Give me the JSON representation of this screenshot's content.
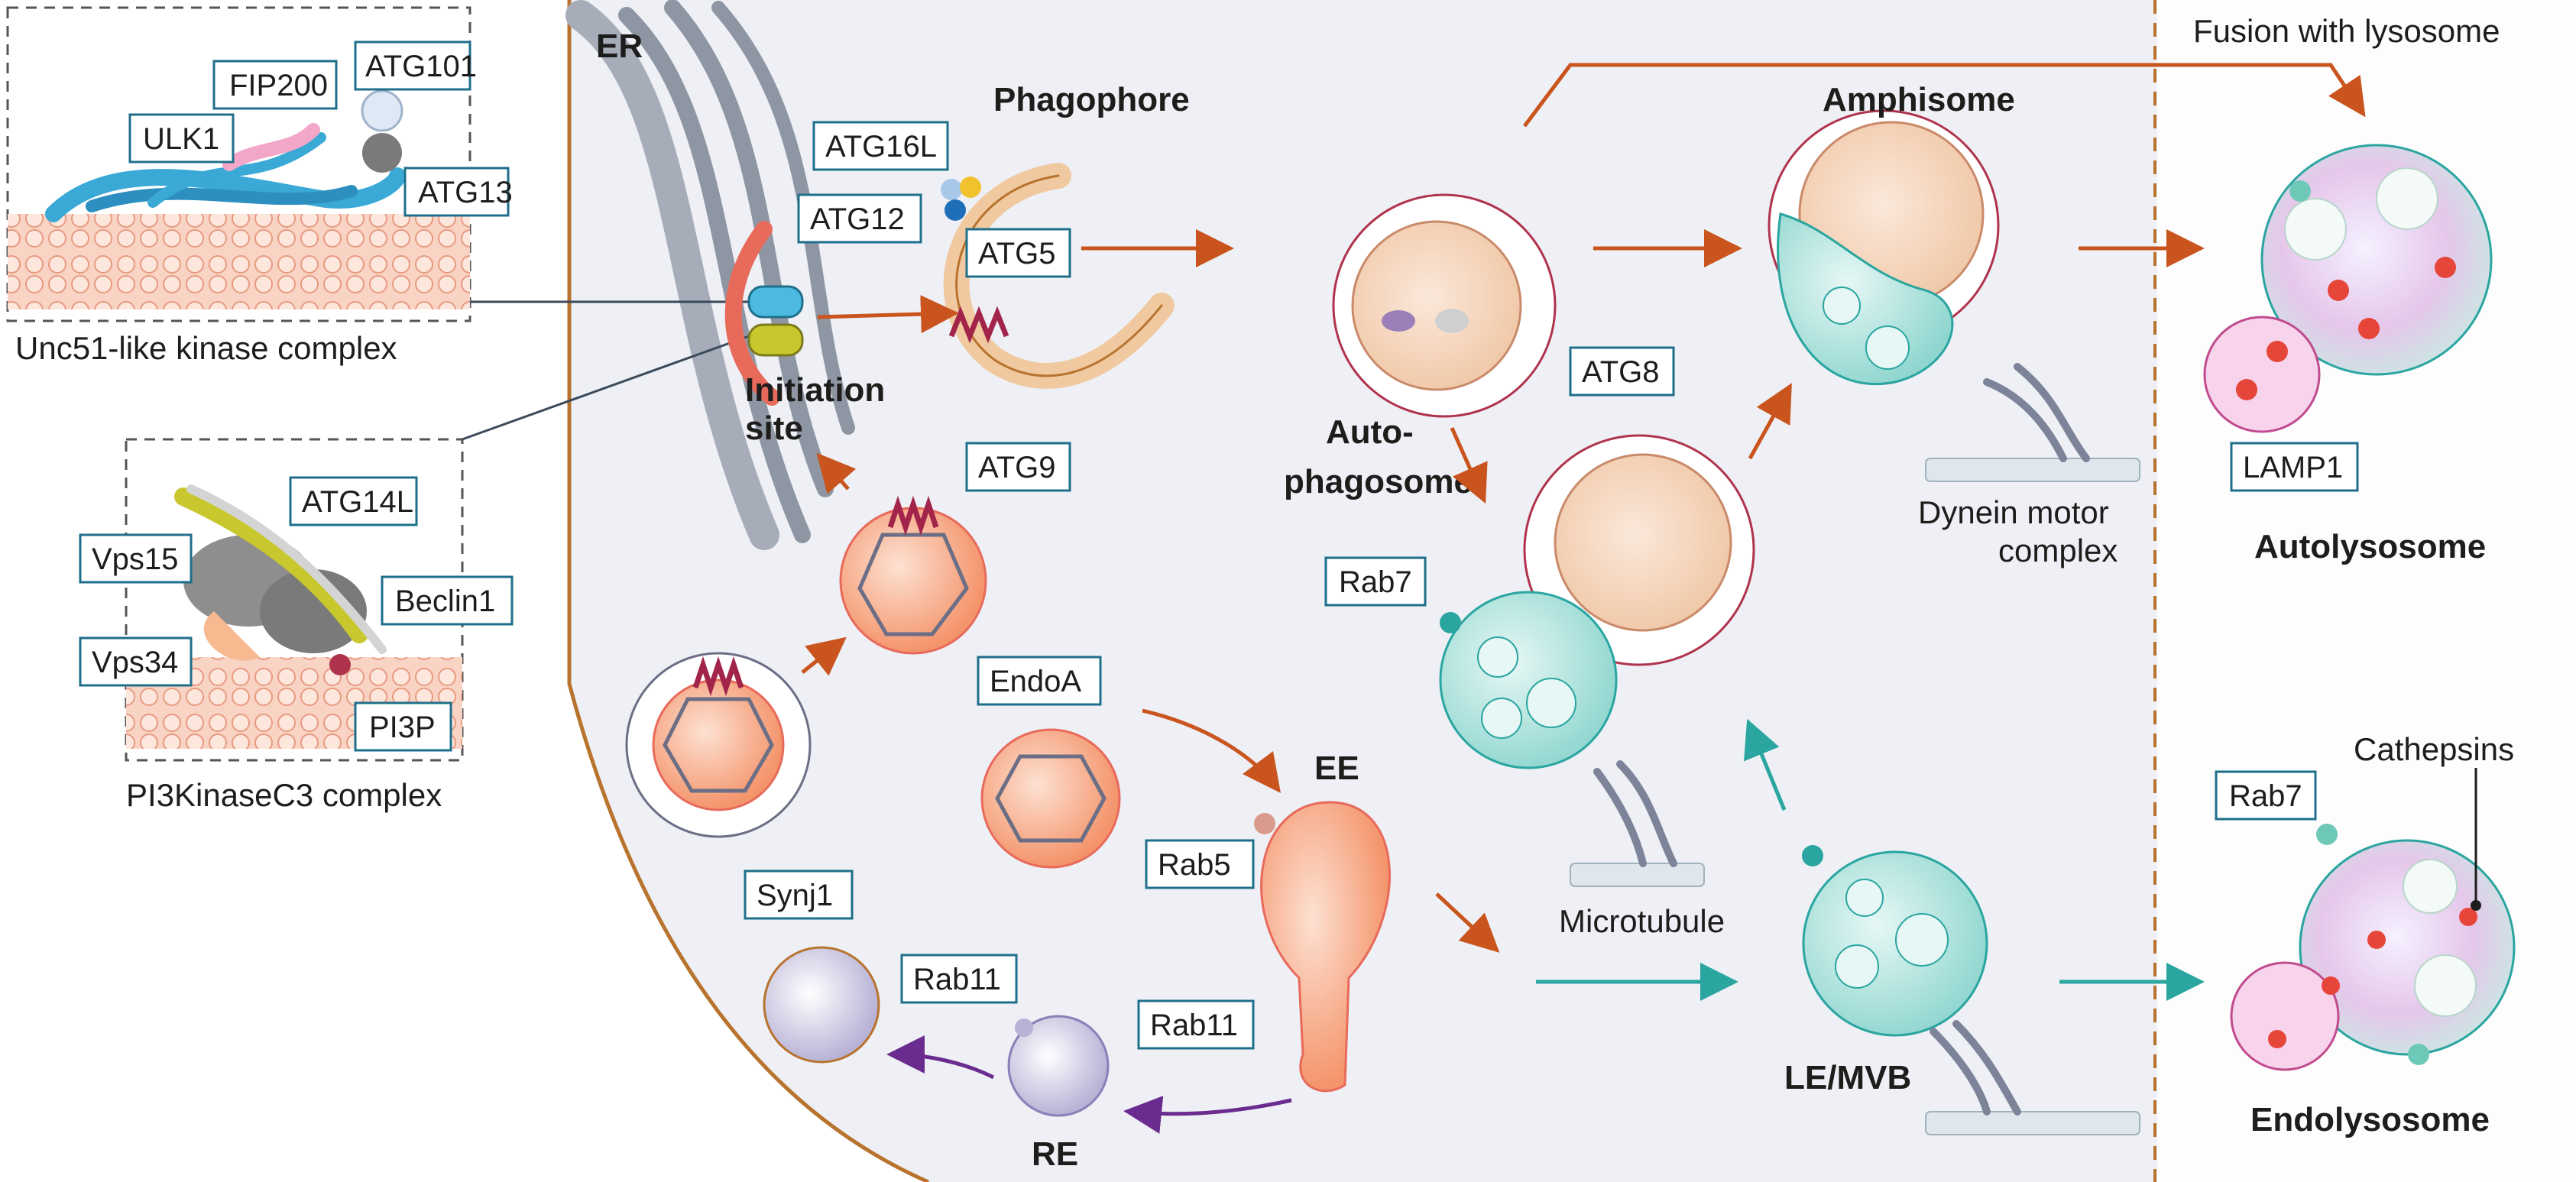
{
  "panels": {
    "ulk_caption": "Unc51-like kinase complex",
    "pi3k_caption": "PI3KinaseC3 complex",
    "fusion_header": "Fusion with lysosome"
  },
  "labels": {
    "er": "ER",
    "phagophore": "Phagophore",
    "initiation_1": "Initiation",
    "initiation_2": "site",
    "autophagosome_1": "Auto-",
    "autophagosome_2": "phagosome",
    "amphisome": "Amphisome",
    "autolysosome": "Autolysosome",
    "endolysosome": "Endolysosome",
    "ee": "EE",
    "re": "RE",
    "le_mvb": "LE/MVB",
    "microtubule": "Microtubule",
    "dynein_1": "Dynein motor",
    "dynein_2": "complex",
    "cathepsins": "Cathepsins"
  },
  "callouts": {
    "fip200": "FIP200",
    "ulk1": "ULK1",
    "atg101": "ATG101",
    "atg13": "ATG13",
    "atg14l": "ATG14L",
    "vps15": "Vps15",
    "beclin1": "Beclin1",
    "vps34": "Vps34",
    "pi3p": "PI3P",
    "atg16l": "ATG16L",
    "atg12": "ATG12",
    "atg5": "ATG5",
    "atg9": "ATG9",
    "atg8": "ATG8",
    "rab7_a": "Rab7",
    "rab7_b": "Rab7",
    "lamp1": "LAMP1",
    "endoa": "EndoA",
    "synj1": "Synj1",
    "rab5": "Rab5",
    "rab11_a": "Rab11",
    "rab11_b": "Rab11"
  },
  "colors": {
    "cell_border": "#b8732e",
    "cytoplasm": "#eef0f5",
    "er": "#8f96a3",
    "arrow_orange": "#c9541e",
    "arrow_teal": "#2aa5a0",
    "arrow_purple": "#6b2c8f",
    "callout_border": "#1f6f8b",
    "membrane": "#f4b9a8",
    "vesicle_orange": "#f7a785",
    "teal_vesicle": "#a9e0dc",
    "lysosome_pink": "#f1c6e3"
  }
}
